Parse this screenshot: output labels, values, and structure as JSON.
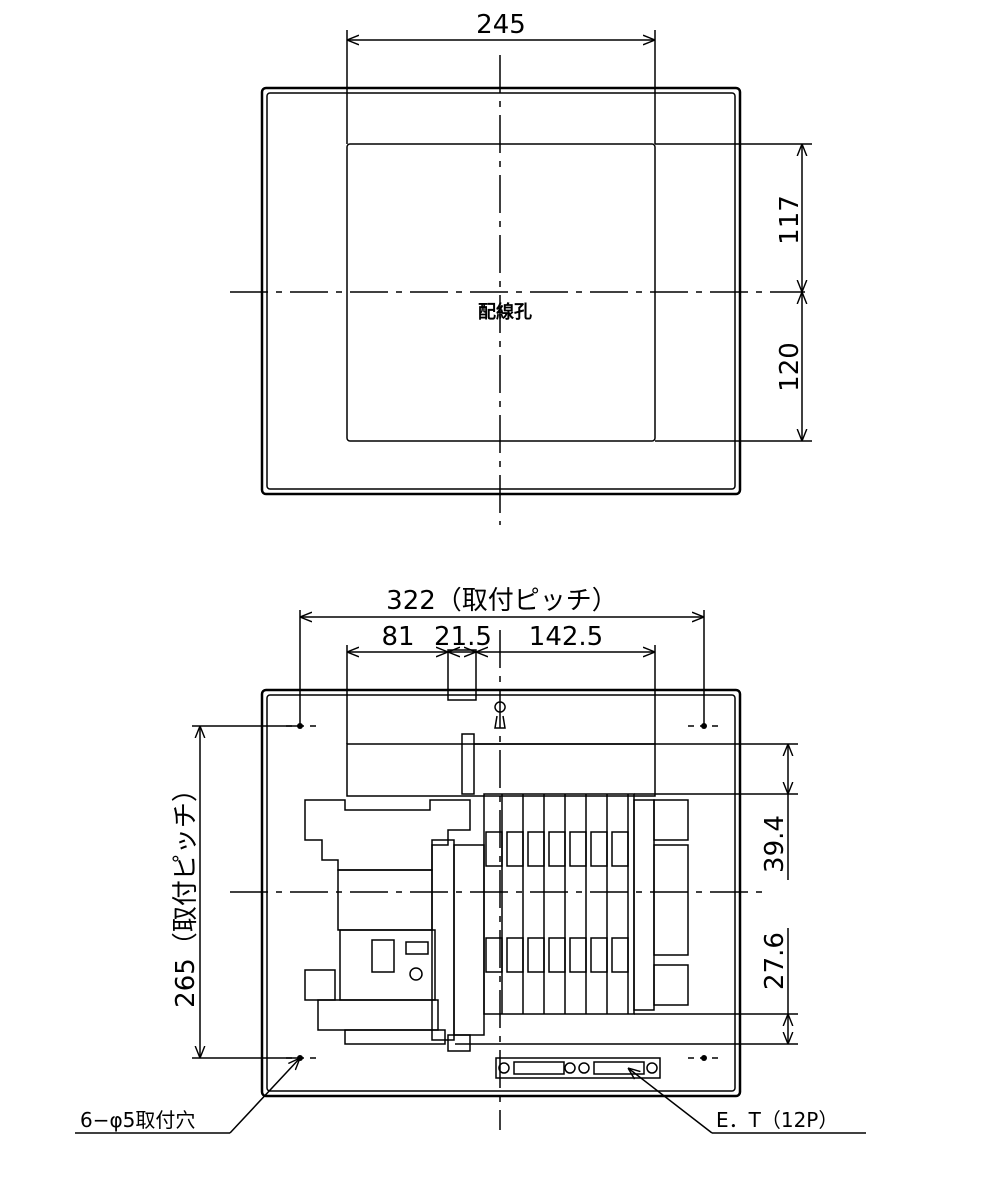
{
  "top_view": {
    "width_dim": "245",
    "upper_dim": "117",
    "lower_dim": "120",
    "hole_label": "配線孔"
  },
  "bottom_view": {
    "pitch_dim": "322（取付ピッチ）",
    "dim_a": "81",
    "dim_b": "21.5",
    "dim_c": "142.5",
    "vertical_pitch_dim": "265（取付ピッチ）",
    "dim_upper_right": "39.4",
    "dim_lower_right": "27.6",
    "mount_hole_note": "6−φ5取付穴",
    "terminal_note": "E．T（12P）"
  }
}
